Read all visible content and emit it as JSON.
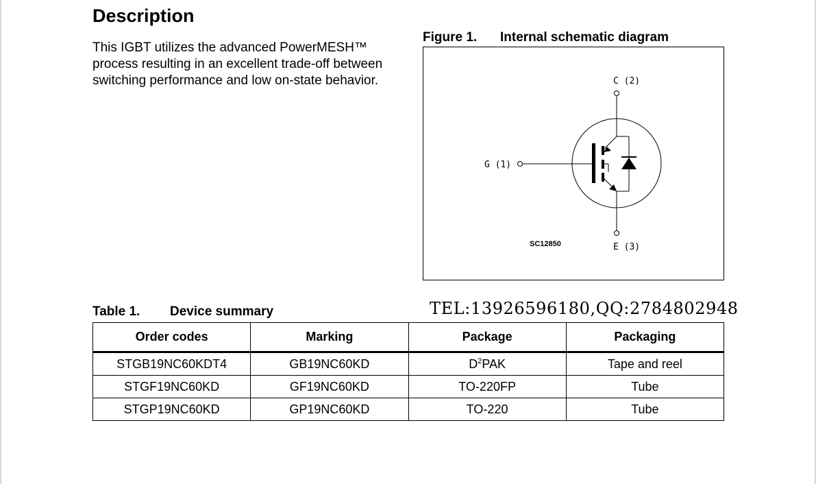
{
  "description": {
    "title": "Description",
    "text": "This IGBT utilizes the advanced PowerMESH™ process resulting in an excellent trade-off between switching performance and low on-state behavior."
  },
  "figure": {
    "number": "Figure 1.",
    "title": "Internal schematic diagram",
    "labels": {
      "collector": "C (2)",
      "gate": "G (1)",
      "emitter": "E (3)",
      "code": "SC12850"
    }
  },
  "table": {
    "number": "Table 1.",
    "title": "Device summary",
    "headers": [
      "Order codes",
      "Marking",
      "Package",
      "Packaging"
    ],
    "rows": [
      {
        "order_code": "STGB19NC60KDT4",
        "marking": "GB19NC60KD",
        "package_prefix": "D",
        "package_sup": "2",
        "package_suffix": "PAK",
        "packaging": "Tape and reel"
      },
      {
        "order_code": "STGF19NC60KD",
        "marking": "GF19NC60KD",
        "package": "TO-220FP",
        "packaging": "Tube"
      },
      {
        "order_code": "STGP19NC60KD",
        "marking": "GP19NC60KD",
        "package": "TO-220",
        "packaging": "Tube"
      }
    ]
  },
  "contact": "TEL:13926596180,QQ:2784802948"
}
